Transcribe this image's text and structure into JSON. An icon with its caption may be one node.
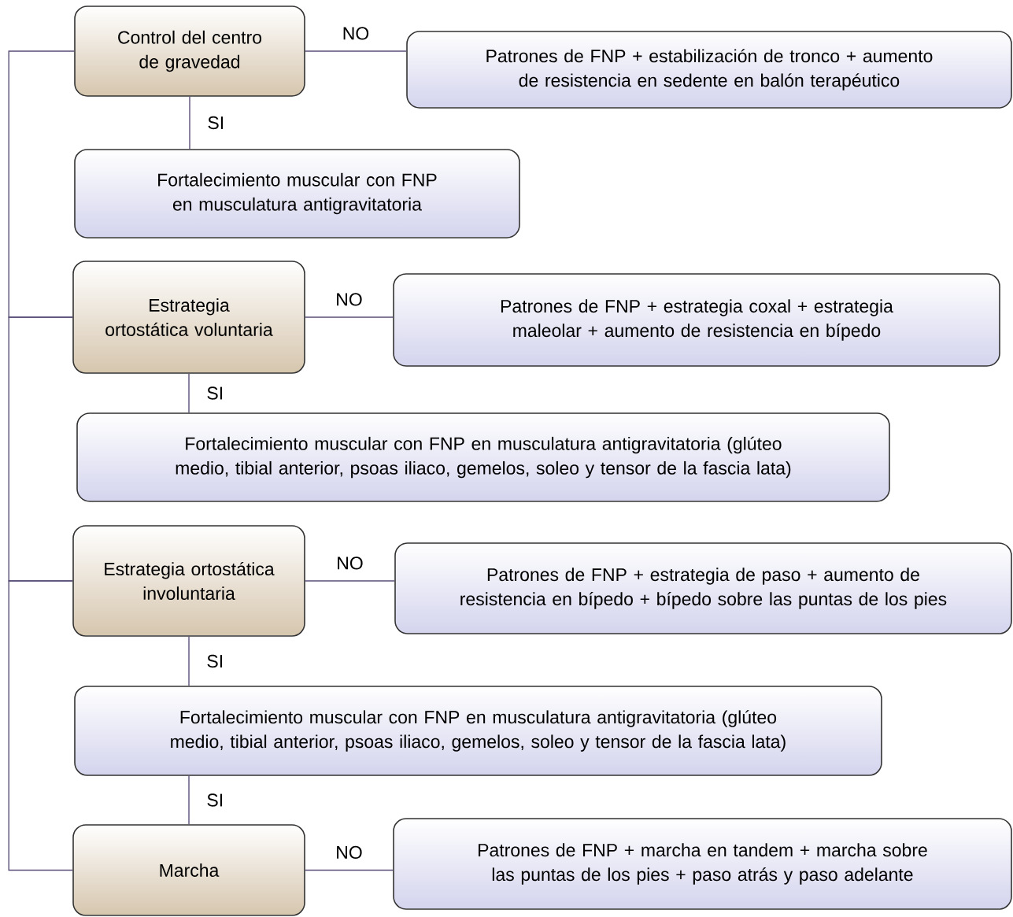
{
  "diagram": {
    "nodes": [
      {
        "text": [
          "Control del centro de gravedad"
        ]
      },
      {
        "text": [
          "Patrones de FNP + estabilización de tronco + aumento de resistencia en sedente en balón terapéutico"
        ]
      },
      {
        "text": [
          "Fortalecimiento muscular con FNP en musculatura antigravitatoria"
        ]
      },
      {
        "text": [
          "Estrategia ortostática voluntaria"
        ]
      },
      {
        "text": [
          "Patrones de FNP + estrategia coxal + estrategia maleolar + aumento de resistencia en bípedo"
        ]
      },
      {
        "text": [
          "Fortalecimiento muscular con FNP en musculatura antigravitatoria (glúteo medio, tibial anterior, psoas iliaco, gemelos, soleo y tensor de la fascia lata)"
        ]
      },
      {
        "text": [
          "Estrategia ortostática involuntaria"
        ]
      },
      {
        "text": [
          "Patrones de FNP + estrategia de paso + aumento de resistencia en bípedo + bípedo sobre las puntas de los pies"
        ]
      },
      {
        "text": [
          "Fortalecimiento muscular con FNP en musculatura antigravitatoria (glúteo medio, tibial anterior, psoas iliaco, gemelos, soleo y tensor de la fascia lata)"
        ]
      },
      {
        "text": [
          "Marcha"
        ]
      },
      {
        "text": [
          "Patrones de FNP + marcha en tandem + marcha sobre las puntas de los pies + paso atrás y paso adelante"
        ]
      }
    ],
    "edges": [
      {
        "from": 0,
        "to": 1,
        "arrow": "none",
        "label": "NO"
      },
      {
        "from": 0,
        "to": 2,
        "arrow": "none",
        "label": "SI"
      },
      {
        "from": 3,
        "to": 4,
        "arrow": "none",
        "label": "NO"
      },
      {
        "from": 3,
        "to": 5,
        "arrow": "none",
        "label": "SI"
      },
      {
        "from": 6,
        "to": 7,
        "arrow": "none",
        "label": "NO"
      },
      {
        "from": 6,
        "to": 8,
        "arrow": "none",
        "label": "SI"
      },
      {
        "from": 8,
        "to": 9,
        "arrow": "none",
        "label": "SI"
      },
      {
        "from": 9,
        "to": 10,
        "arrow": "none",
        "label": "NO"
      },
      {
        "from": 0,
        "to": 3,
        "arrow": "none"
      },
      {
        "from": 3,
        "to": 6,
        "arrow": "none"
      },
      {
        "from": 6,
        "to": 9,
        "arrow": "none"
      }
    ]
  }
}
